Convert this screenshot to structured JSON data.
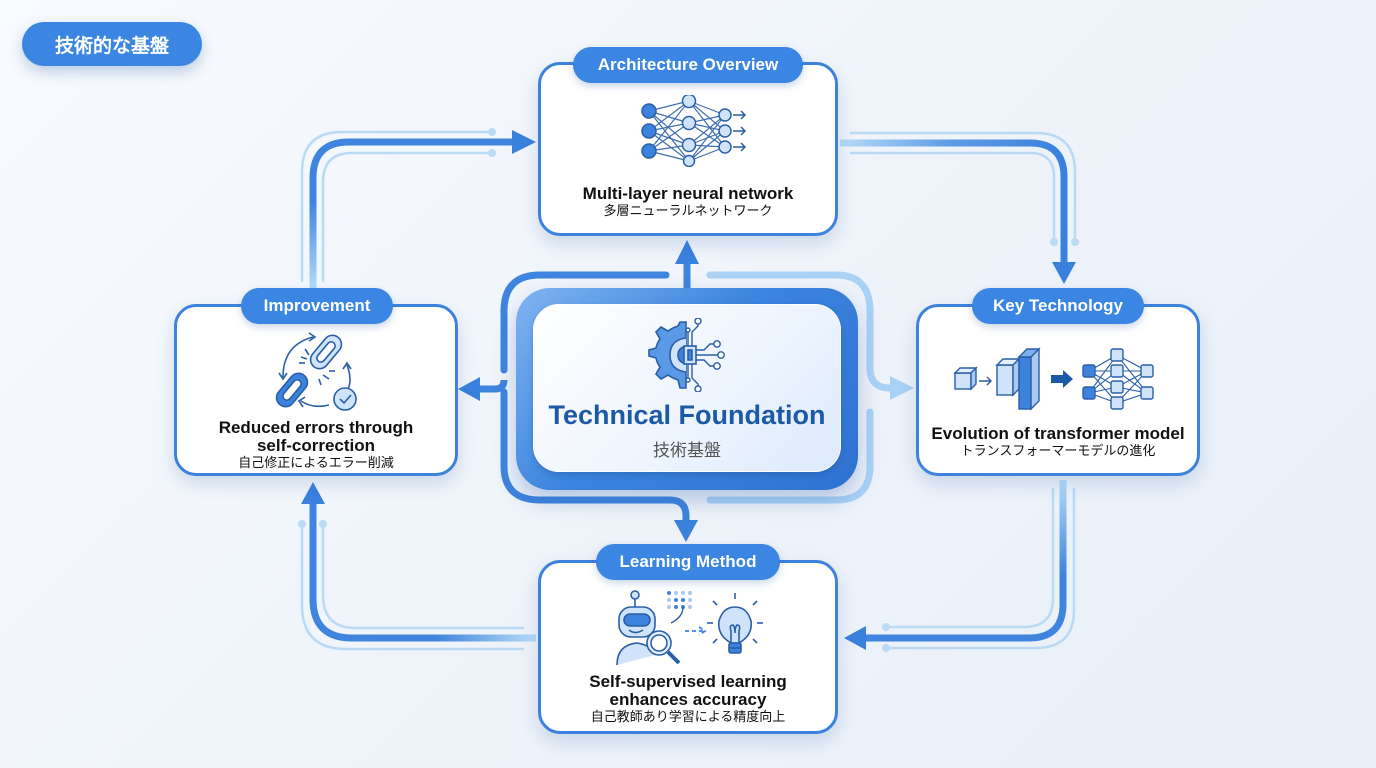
{
  "header": {
    "title": "技術的な基盤"
  },
  "center": {
    "title": "Technical Foundation",
    "subtitle": "技術基盤",
    "icon": "gear-circuit-icon"
  },
  "nodes": {
    "architecture": {
      "tag": "Architecture Overview",
      "text_en": "Multi-layer neural network",
      "text_jp": "多層ニューラルネットワーク",
      "icon": "neural-network-icon"
    },
    "key_technology": {
      "tag": "Key Technology",
      "text_en": "Evolution of transformer model",
      "text_jp": "トランスフォーマーモデルの進化",
      "icon": "transformer-evolution-icon"
    },
    "learning_method": {
      "tag": "Learning Method",
      "text_en_line1": "Self-supervised learning",
      "text_en_line2": "enhances accuracy",
      "text_jp": "自己教師あり学習による精度向上",
      "icon": "robot-lightbulb-icon"
    },
    "improvement": {
      "tag": "Improvement",
      "text_en_line1": "Reduced errors through",
      "text_en_line2": "self-correction",
      "text_jp": "自己修正によるエラー削減",
      "icon": "broken-chain-cycle-icon"
    }
  },
  "colors": {
    "accent": "#3a86e2",
    "border": "#3d82dc",
    "light_connector": "#a9d2f5",
    "center_title": "#1c5aa8",
    "background": "#f2f6fb"
  }
}
